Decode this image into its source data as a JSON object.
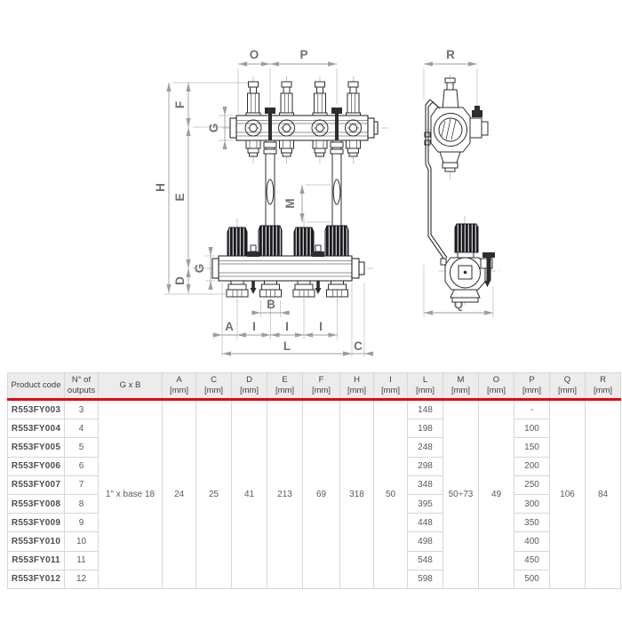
{
  "drawing": {
    "dim_labels": {
      "o": "O",
      "p": "P",
      "r": "R",
      "h": "H",
      "f": "F",
      "e": "E",
      "d": "D",
      "g_top": "G",
      "g_bottom": "G",
      "m": "M",
      "a": "A",
      "i1": "I",
      "i2": "I",
      "i3": "I",
      "b": "B",
      "l": "L",
      "c": "C",
      "q": "Q"
    }
  },
  "table": {
    "accent_red": "#e30613",
    "headers": [
      {
        "line1": "Product code",
        "line2": ""
      },
      {
        "line1": "N° of",
        "line2": "outputs"
      },
      {
        "line1": "G x B",
        "line2": ""
      },
      {
        "line1": "A",
        "line2": "[mm]"
      },
      {
        "line1": "C",
        "line2": "[mm]"
      },
      {
        "line1": "D",
        "line2": "[mm]"
      },
      {
        "line1": "E",
        "line2": "[mm]"
      },
      {
        "line1": "F",
        "line2": "[mm]"
      },
      {
        "line1": "H",
        "line2": "[mm]"
      },
      {
        "line1": "I",
        "line2": "[mm]"
      },
      {
        "line1": "L",
        "line2": "[mm]"
      },
      {
        "line1": "M",
        "line2": "[mm]"
      },
      {
        "line1": "O",
        "line2": "[mm]"
      },
      {
        "line1": "P",
        "line2": "[mm]"
      },
      {
        "line1": "Q",
        "line2": "[mm]"
      },
      {
        "line1": "R",
        "line2": "[mm]"
      }
    ],
    "merged": {
      "gxb": "1\" x base 18",
      "a": "24",
      "c": "25",
      "d": "41",
      "e": "213",
      "f": "69",
      "h": "318",
      "i": "50",
      "m": "50÷73",
      "o": "49",
      "q": "106",
      "r": "84"
    },
    "rows": [
      {
        "code": "R553FY003",
        "outputs": "3",
        "l": "148",
        "p": "-"
      },
      {
        "code": "R553FY004",
        "outputs": "4",
        "l": "198",
        "p": "100"
      },
      {
        "code": "R553FY005",
        "outputs": "5",
        "l": "248",
        "p": "150"
      },
      {
        "code": "R553FY006",
        "outputs": "6",
        "l": "298",
        "p": "200"
      },
      {
        "code": "R553FY007",
        "outputs": "7",
        "l": "348",
        "p": "250"
      },
      {
        "code": "R553FY008",
        "outputs": "8",
        "l": "395",
        "p": "300"
      },
      {
        "code": "R553FY009",
        "outputs": "9",
        "l": "448",
        "p": "350"
      },
      {
        "code": "R553FY010",
        "outputs": "10",
        "l": "498",
        "p": "400"
      },
      {
        "code": "R553FY011",
        "outputs": "11",
        "l": "548",
        "p": "450"
      },
      {
        "code": "R553FY012",
        "outputs": "12",
        "l": "598",
        "p": "500"
      }
    ]
  }
}
